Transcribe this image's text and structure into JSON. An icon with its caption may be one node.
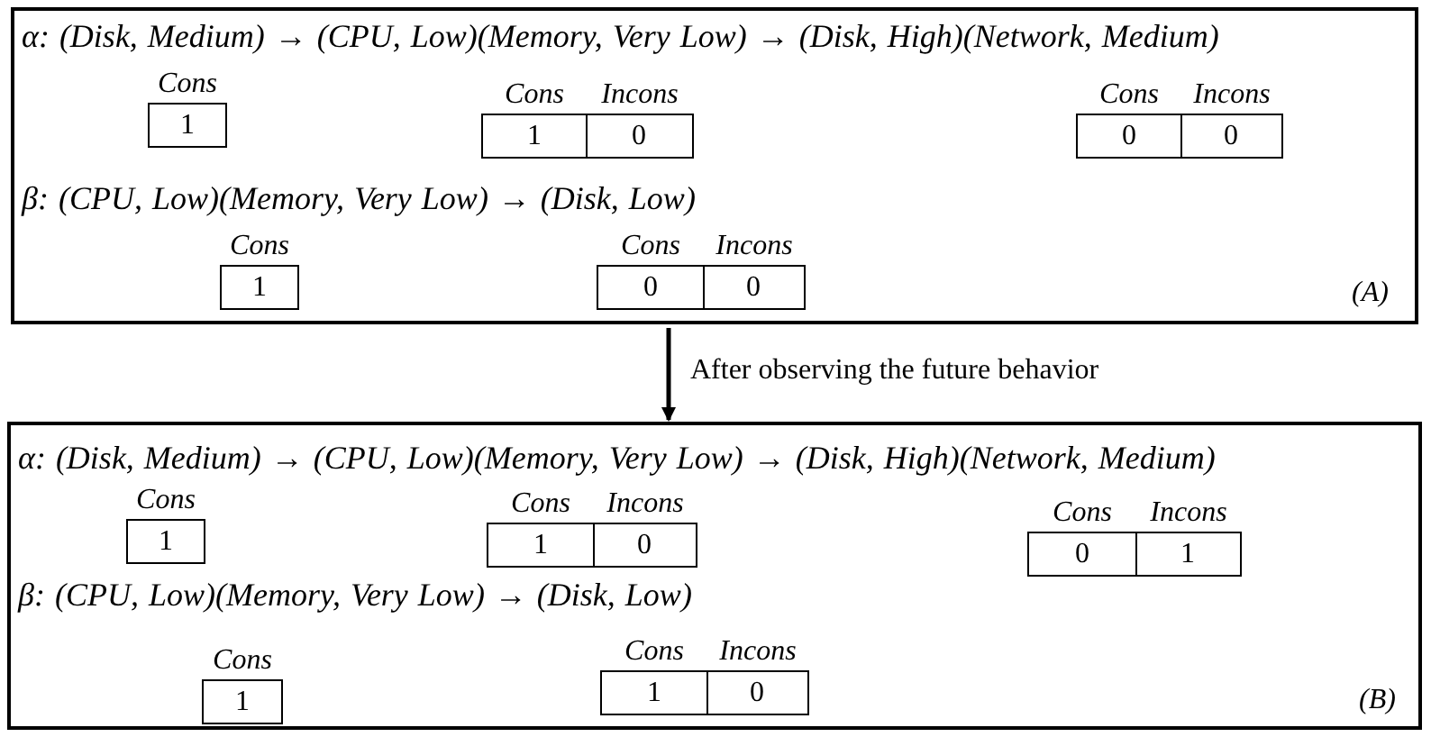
{
  "diagram": {
    "nodes": [
      {
        "text": [
          "α: (Disk, Medium) → (CPU, Low)(Memory, Very Low) → (Disk, High)(Network, Medium)",
          "β: (CPU, Low)(Memory, Very Low) → (Disk, Low)",
          "(A)"
        ]
      },
      {
        "text": [
          "Cons",
          "1"
        ],
        "in": 0
      },
      {
        "text": [
          "Cons",
          "1"
        ],
        "in": 0
      },
      {
        "text": [
          "Incons",
          "0"
        ],
        "in": 0
      },
      {
        "text": [
          "Cons",
          "0"
        ],
        "in": 0
      },
      {
        "text": [
          "Incons",
          "0"
        ],
        "in": 0
      },
      {
        "text": [
          "Cons",
          "1"
        ],
        "in": 0
      },
      {
        "text": [
          "Cons",
          "0"
        ],
        "in": 0
      },
      {
        "text": [
          "Incons",
          "0"
        ],
        "in": 0
      },
      {
        "text": [
          "α: (Disk, Medium) → (CPU, Low)(Memory, Very Low) → (Disk, High)(Network, Medium)",
          "β: (CPU, Low)(Memory, Very Low) → (Disk, Low)",
          "(B)"
        ]
      },
      {
        "text": [
          "Cons",
          "1"
        ],
        "in": 9
      },
      {
        "text": [
          "Cons",
          "1"
        ],
        "in": 9
      },
      {
        "text": [
          "Incons",
          "0"
        ],
        "in": 9
      },
      {
        "text": [
          "Cons",
          "0"
        ],
        "in": 9
      },
      {
        "text": [
          "Incons",
          "1"
        ],
        "in": 9
      },
      {
        "text": [
          "Cons",
          "1"
        ],
        "in": 9
      },
      {
        "text": [
          "Cons",
          "1"
        ],
        "in": 9
      },
      {
        "text": [
          "Incons",
          "0"
        ],
        "in": 9
      }
    ],
    "edges": [
      {
        "from": 0,
        "to": 9,
        "arrow": "to",
        "label": "After observing the future behavior"
      }
    ]
  }
}
